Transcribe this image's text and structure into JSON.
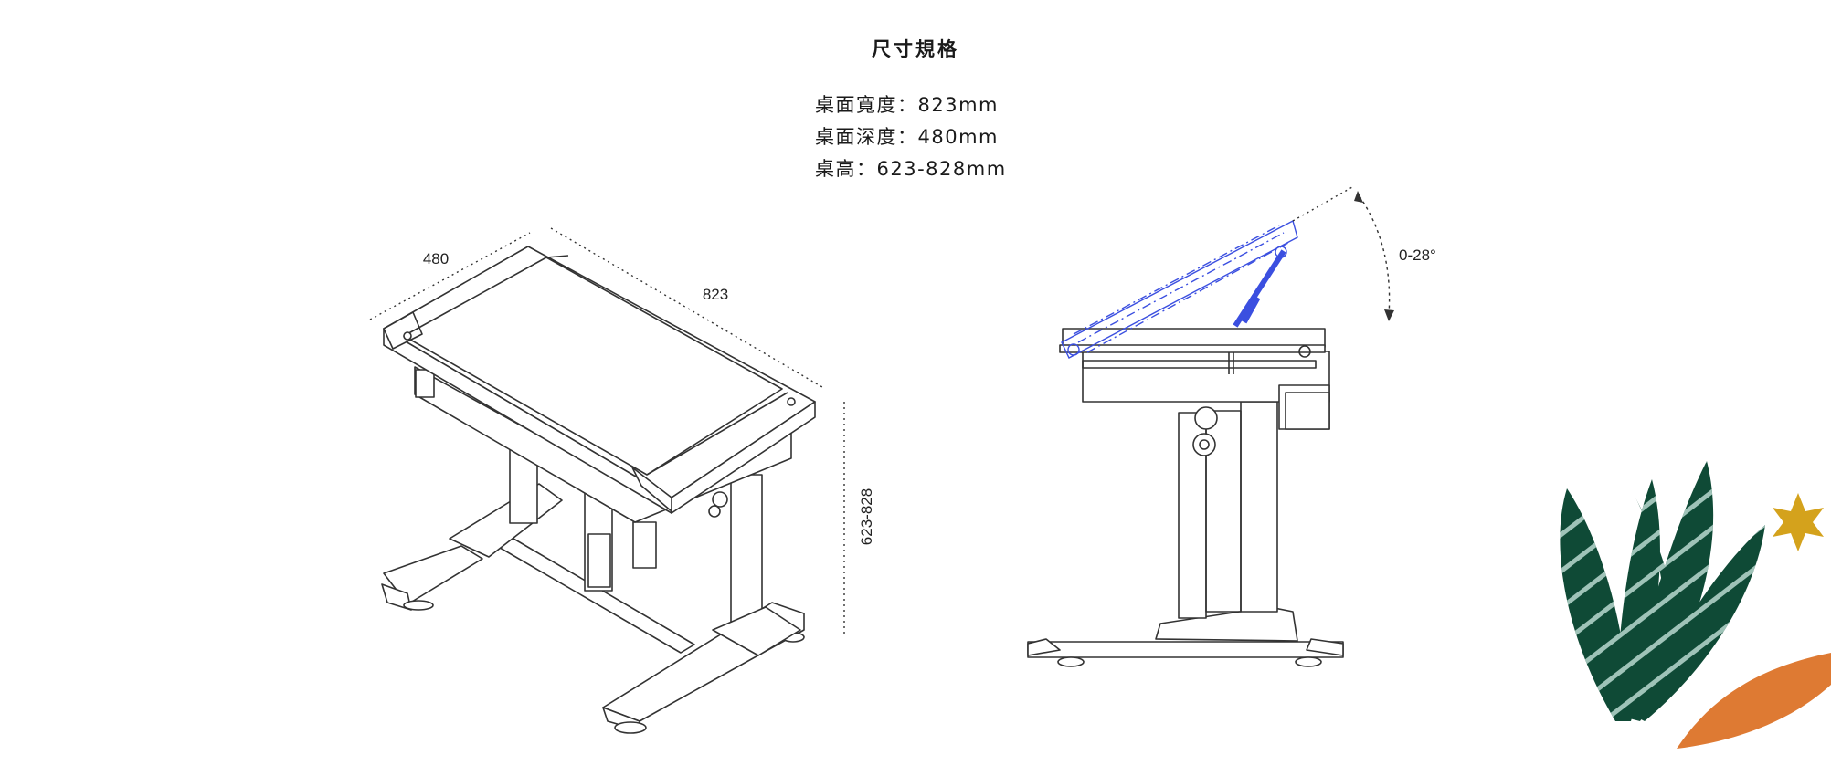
{
  "section_title": "尺寸規格",
  "specs": [
    {
      "label": "桌面寬度",
      "value": "823mm"
    },
    {
      "label": "桌面深度",
      "value": "480mm"
    },
    {
      "label": "桌高",
      "value": "623-828mm"
    }
  ],
  "specs_text": [
    "桌面寬度：823mm",
    "桌面深度：480mm",
    "桌高：623-828mm"
  ],
  "iso_dimensions": {
    "depth": "480",
    "width": "823",
    "height": "623-828"
  },
  "tilt_range": "0-28°",
  "colors": {
    "line": "#333333",
    "tilt_overlay": "#3b4fe0",
    "leaf_green": "#0f4a36",
    "leaf_stripe": "#9fc3b8",
    "star_gold": "#d4a21c",
    "orange_leaf": "#de7a33"
  }
}
